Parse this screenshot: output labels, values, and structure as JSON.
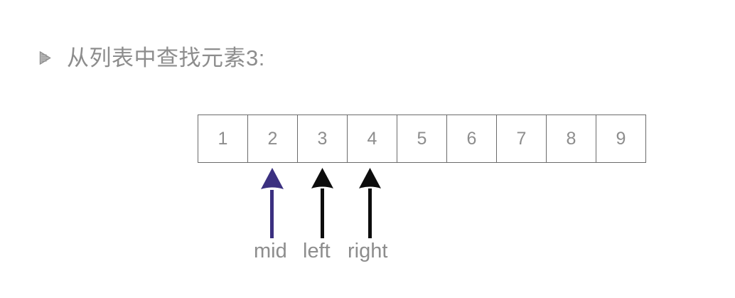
{
  "slide": {
    "background_color": "#ffffff",
    "heading": {
      "bullet_icon": "triangle-right-bullet-icon",
      "bullet_color": "#9a9a9a",
      "text": "从列表中查找元素3:",
      "text_color": "#8d8d8d"
    },
    "array": {
      "border_color": "#6b6b6b",
      "value_color": "#8d8d8d",
      "cells": [
        {
          "value": "1"
        },
        {
          "value": "2"
        },
        {
          "value": "3"
        },
        {
          "value": "4"
        },
        {
          "value": "5"
        },
        {
          "value": "6"
        },
        {
          "value": "7"
        },
        {
          "value": "8"
        },
        {
          "value": "9"
        }
      ]
    },
    "pointers": [
      {
        "label": "mid",
        "color": "#3b3080",
        "points_at_cell_value": "2",
        "arrow_icon": "up-arrow-icon"
      },
      {
        "label": "left",
        "color": "#0d0d0d",
        "points_at_cell_value": "3",
        "arrow_icon": "up-arrow-icon"
      },
      {
        "label": "right",
        "color": "#0d0d0d",
        "points_at_cell_value": "4",
        "arrow_icon": "up-arrow-icon"
      }
    ]
  }
}
